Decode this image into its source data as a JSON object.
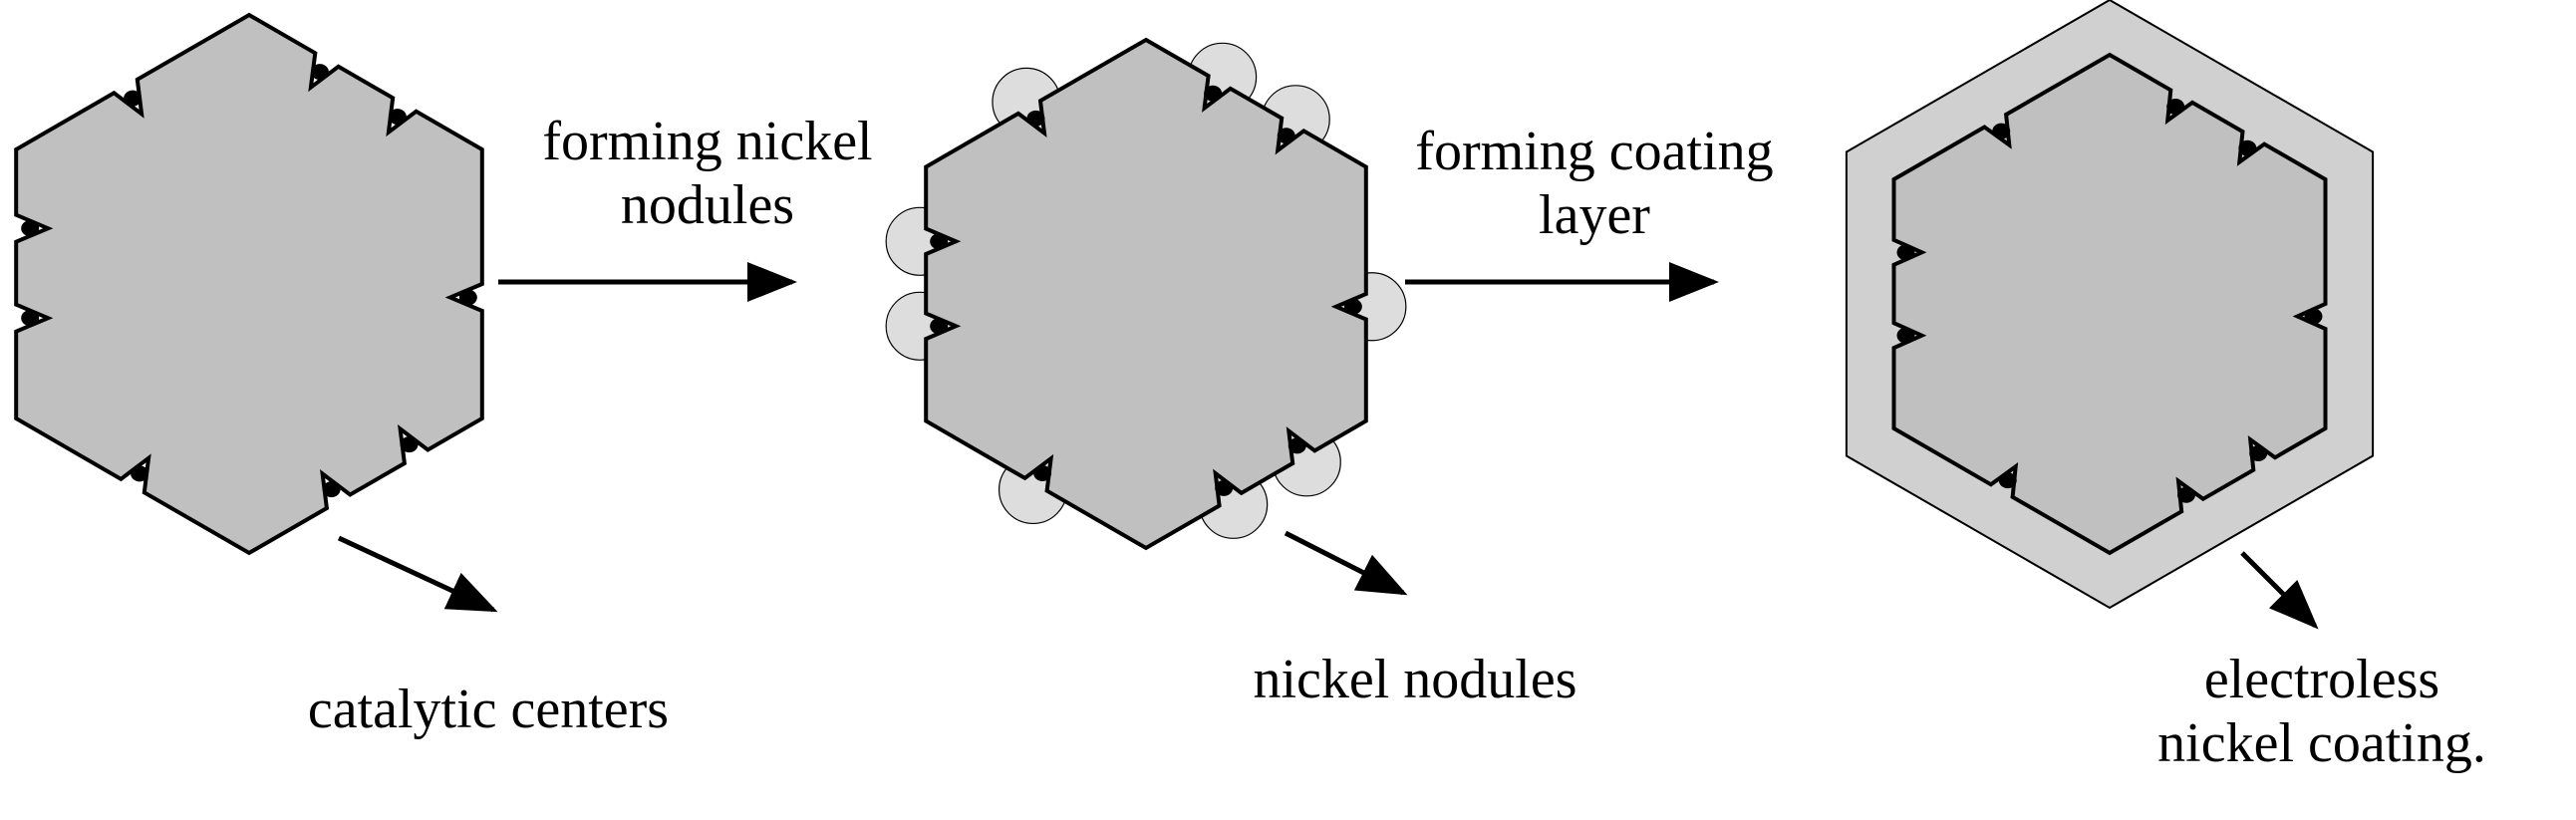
{
  "figure": {
    "steps": [
      {
        "line1": "forming nickel",
        "line2": "nodules"
      },
      {
        "line1": "forming coating",
        "line2": "layer"
      }
    ],
    "callouts": {
      "catalytic": "catalytic centers",
      "nodules": "nickel nodules",
      "coating_line1": "electroless",
      "coating_line2": "nickel coating."
    }
  },
  "colors": {
    "particle_fill": "#c0c0c0",
    "nodule_fill": "#d9d9d9",
    "coating_fill": "#d0d0d0",
    "stroke": "#000000",
    "dot": "#000000"
  },
  "icons": [
    "catalytic-center-dot",
    "nickel-nodule",
    "arrow"
  ]
}
